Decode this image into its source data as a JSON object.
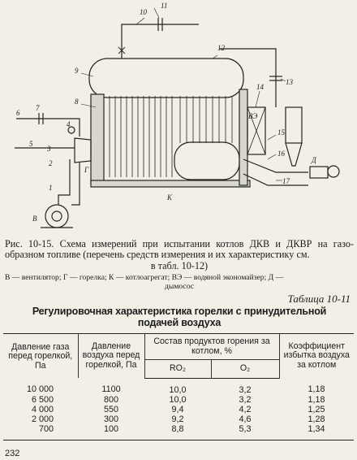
{
  "diagram_labels": {
    "n1": "1",
    "n2": "2",
    "n3": "3",
    "n4": "4",
    "n5": "5",
    "n6": "6",
    "n7": "7",
    "n8": "8",
    "n9": "9",
    "n10": "10",
    "n11": "11",
    "n12": "12",
    "n13": "13",
    "n14": "14",
    "n15": "15",
    "n16": "16",
    "n17": "17",
    "V": "В",
    "G": "Г",
    "K": "К",
    "VE": "ВЭ",
    "D": "Д"
  },
  "caption": {
    "main": "Рис. 10-15. Схема измерений при испытании котлов ДКВ и ДКВР на газо-образном топливе (перечень средств измерения и их характеристику см.",
    "main_end": "в табл. 10-12)"
  },
  "legend": {
    "line": "В — вентилятор; Г — горелка; К — котлоагрегат; ВЭ — водяной экономайзер; Д —",
    "line_end": "дымосос"
  },
  "table_number": "Таблица 10-11",
  "table_title": {
    "line1": "Регулировочная характеристика горелки с принудительной",
    "line2": "подачей воздуха"
  },
  "table": {
    "headers": {
      "gas_pressure": "Давление газа перед горелкой, Па",
      "air_pressure": "Давление воздуха перед горелкой, Па",
      "composition": "Состав продуктов горения за котлом, %",
      "ro2": "RO₂",
      "o2": "O₂",
      "excess_air": "Коэффициент избытка воздуха за котлом"
    },
    "rows": [
      {
        "gas": "10 000",
        "air": "1100",
        "ro2": "10,0",
        "o2": "3,2",
        "alpha": "1,18"
      },
      {
        "gas": "6 500",
        "air": "800",
        "ro2": "10,0",
        "o2": "3,2",
        "alpha": "1,18"
      },
      {
        "gas": "4 000",
        "air": "550",
        "ro2": "9,4",
        "o2": "4,2",
        "alpha": "1,25"
      },
      {
        "gas": "2 000",
        "air": "300",
        "ro2": "9,2",
        "o2": "4,6",
        "alpha": "1,28"
      },
      {
        "gas": "700",
        "air": "100",
        "ro2": "8,8",
        "o2": "5,3",
        "alpha": "1,34"
      }
    ]
  },
  "page_number": "232"
}
